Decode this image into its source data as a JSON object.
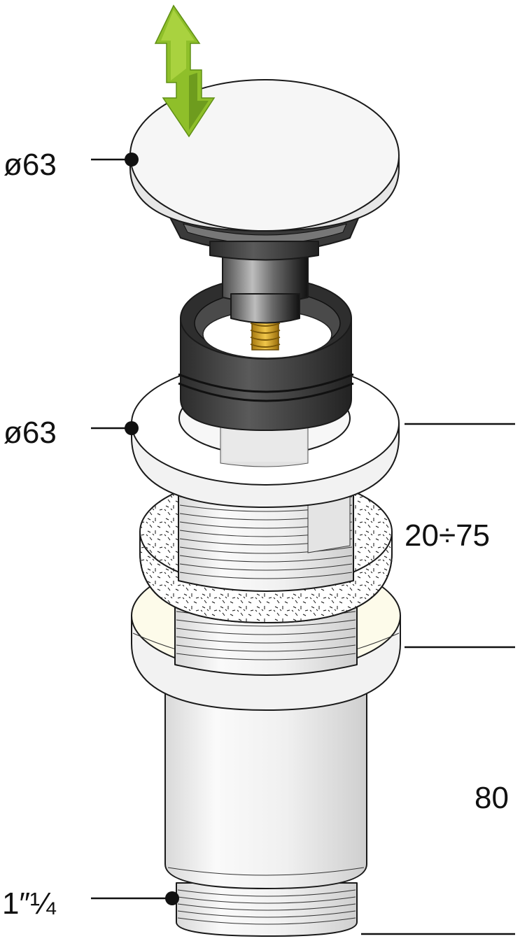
{
  "labels": {
    "cap_diameter": "ø63",
    "flange_diameter": "ø63",
    "thickness_range": "20÷75",
    "body_length": "80",
    "thread_size": "1″¼"
  },
  "colors": {
    "arrow": "#8fbf2a",
    "arrow_edge": "#5f8f14",
    "chrome": "#f4f4f4",
    "dark_plastic": "#3a3a3a",
    "brass": "#d6a31c",
    "seal": "#fdfbea",
    "line": "#111111"
  },
  "icons": {
    "motion": "up-down-arrow-icon"
  }
}
